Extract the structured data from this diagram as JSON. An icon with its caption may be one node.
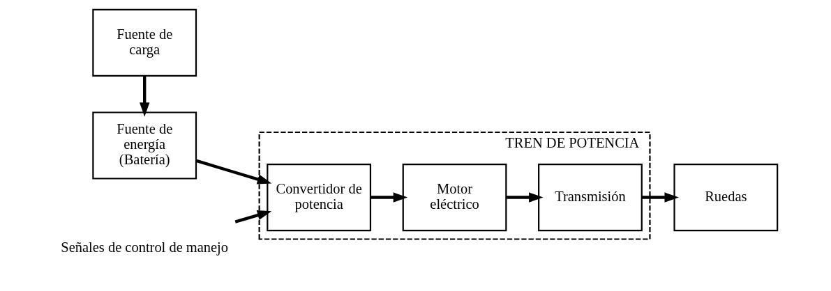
{
  "diagram": {
    "nodes": [
      {
        "text": [
          "Fuente de carga"
        ]
      },
      {
        "text": [
          "Fuente de energía (Batería)"
        ]
      },
      {
        "text": [
          "Señales de control de manejo"
        ]
      },
      {
        "text": [
          "TREN DE POTENCIA"
        ]
      },
      {
        "text": [
          "Convertidor de potencia"
        ],
        "in": 3
      },
      {
        "text": [
          "Motor eléctrico"
        ],
        "in": 3
      },
      {
        "text": [
          "Transmisión"
        ],
        "in": 3
      },
      {
        "text": [
          "Ruedas"
        ]
      }
    ],
    "edges": [
      {
        "from": 0,
        "to": 1,
        "arrow": "to"
      },
      {
        "from": 2,
        "to": 4,
        "arrow": "to"
      },
      {
        "from": 1,
        "to": 4,
        "arrow": "to"
      },
      {
        "from": 4,
        "to": 5,
        "arrow": "to"
      },
      {
        "from": 5,
        "to": 6,
        "arrow": "to"
      },
      {
        "from": 6,
        "to": 7,
        "arrow": "to"
      }
    ]
  }
}
